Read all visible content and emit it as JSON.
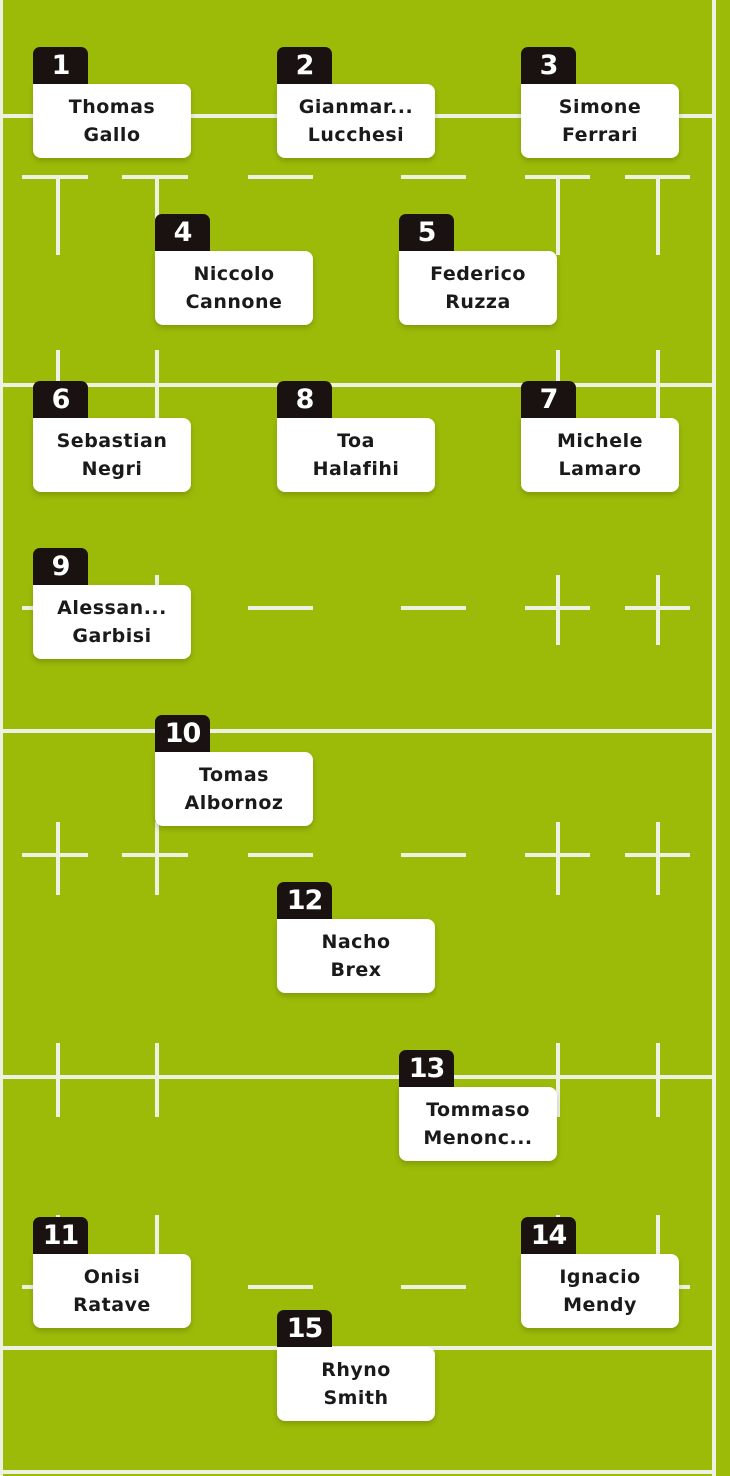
{
  "colors": {
    "pitch": "#9cbb08",
    "lines": "#eef0e2",
    "badge": "#1a1210",
    "card": "#ffffff"
  },
  "players": [
    {
      "number": "1",
      "first": "Thomas",
      "last": "Gallo"
    },
    {
      "number": "2",
      "first": "Gianmar...",
      "last": "Lucchesi"
    },
    {
      "number": "3",
      "first": "Simone",
      "last": "Ferrari"
    },
    {
      "number": "4",
      "first": "Niccolo",
      "last": "Cannone"
    },
    {
      "number": "5",
      "first": "Federico",
      "last": "Ruzza"
    },
    {
      "number": "6",
      "first": "Sebastian",
      "last": "Negri"
    },
    {
      "number": "8",
      "first": "Toa",
      "last": "Halafihi"
    },
    {
      "number": "7",
      "first": "Michele",
      "last": "Lamaro"
    },
    {
      "number": "9",
      "first": "Alessan...",
      "last": "Garbisi"
    },
    {
      "number": "10",
      "first": "Tomas",
      "last": "Albornoz"
    },
    {
      "number": "12",
      "first": "Nacho",
      "last": "Brex"
    },
    {
      "number": "13",
      "first": "Tommaso",
      "last": "Menonc..."
    },
    {
      "number": "11",
      "first": "Onisi",
      "last": "Ratave"
    },
    {
      "number": "14",
      "first": "Ignacio",
      "last": "Mendy"
    },
    {
      "number": "15",
      "first": "Rhyno",
      "last": "Smith"
    }
  ]
}
